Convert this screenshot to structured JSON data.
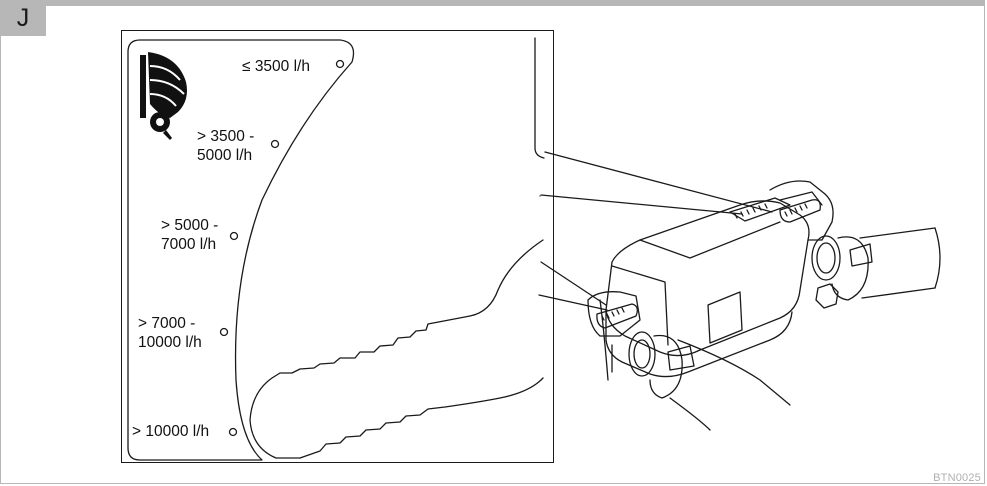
{
  "figure_letter": "J",
  "reference_code": "BTN0025",
  "flow_labels": [
    {
      "line1": "≤ 3500 l/h",
      "line2": ""
    },
    {
      "line1": "> 3500 -",
      "line2": "5000 l/h"
    },
    {
      "line1": "> 5000 -",
      "line2": "7000 l/h"
    },
    {
      "line1": "> 7000 -",
      "line2": "10000 l/h"
    },
    {
      "line1": "> 10000 l/h",
      "line2": ""
    }
  ]
}
